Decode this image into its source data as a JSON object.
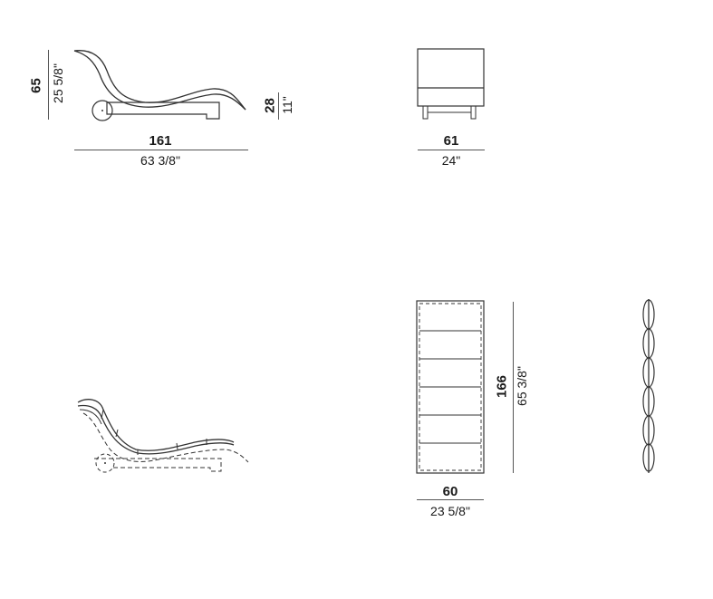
{
  "drawings": {
    "side_view": {
      "width_cm": "161",
      "width_in": "63 3/8\"",
      "height_cm": "65",
      "height_in": "25 5/8\"",
      "seat_height_cm": "28",
      "seat_height_in": "11\""
    },
    "front_view": {
      "width_cm": "61",
      "width_in": "24\""
    },
    "cushioned_side_view": {},
    "top_view": {
      "width_cm": "60",
      "width_in": "23 5/8\"",
      "length_cm": "166",
      "length_in": "65 3/8\""
    },
    "cushion_section_view": {}
  },
  "colors": {
    "line": "#333333",
    "dim_line": "#555555",
    "background": "#ffffff"
  }
}
